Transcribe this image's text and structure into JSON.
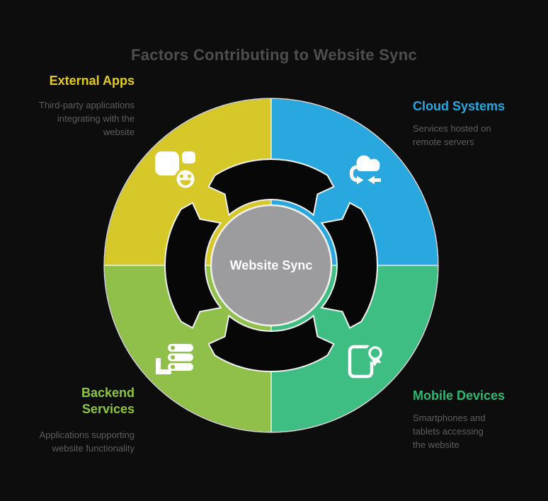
{
  "title": "Factors Contributing to Website Sync",
  "center": {
    "label": "Website Sync"
  },
  "factors": {
    "external_apps": {
      "name": "External Apps",
      "description": "Third-party applications integrating with the website",
      "label_color": "#e4cb1c",
      "fill": "#d7c82a",
      "icon": "apps-integration-icon"
    },
    "cloud_systems": {
      "name": "Cloud Systems",
      "description": "Services hosted on remote servers",
      "label_color": "#29a8df",
      "fill": "#29a8df",
      "icon": "cloud-sync-icon"
    },
    "backend_services": {
      "name": "Backend Services",
      "description": "Applications supporting website functionality",
      "label_color": "#8dc63f",
      "fill": "#90c04a",
      "icon": "server-stack-icon"
    },
    "mobile_devices": {
      "name": "Mobile Devices",
      "description": "Smartphones and tablets accessing the website",
      "label_color": "#2eb873",
      "fill": "#3ebe82",
      "icon": "mobile-badge-icon"
    }
  },
  "styles": {
    "background": "#0d0d0d",
    "title_color": "#4e4e4e",
    "description_color": "#5e5e5e",
    "hub_fill": "#9c9c9e",
    "hub_text_color": "#ffffff",
    "arrow_fill": "#070707",
    "outline_color": "#f0f0f0",
    "icon_color": "#ffffff"
  }
}
